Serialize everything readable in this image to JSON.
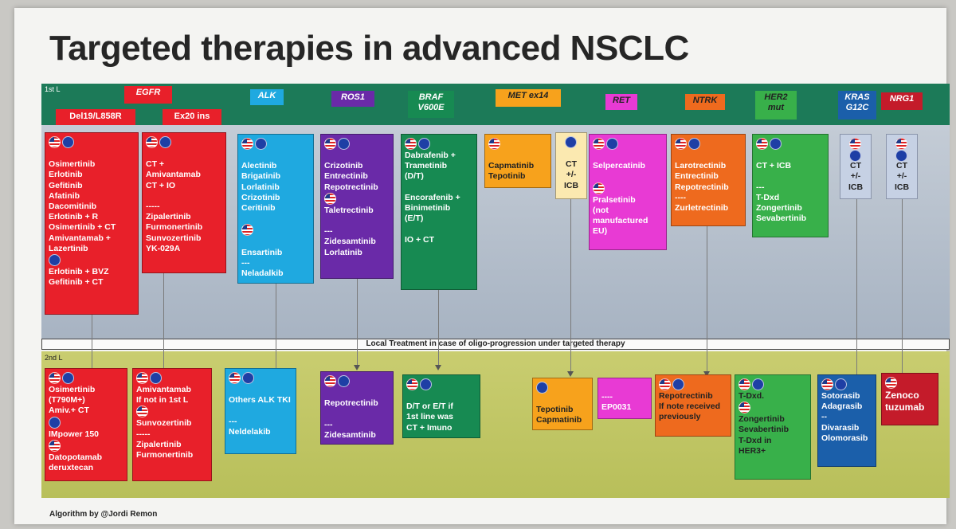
{
  "title": "Targeted therapies in advanced NSCLC",
  "first_line_label": "1st L",
  "second_line_label": "2nd L",
  "local_treatment": "Local Treatment in case of oligo-progression under targeted therapy",
  "footer": "Algorithm by @Jordi Remon",
  "headers": [
    {
      "id": "egfr",
      "text": "EGFR",
      "sub": [
        "Del19/L858R",
        "Ex20 ins"
      ]
    },
    {
      "id": "alk",
      "text": "ALK"
    },
    {
      "id": "ros1",
      "text": "ROS1"
    },
    {
      "id": "braf",
      "text": "BRAF V600E"
    },
    {
      "id": "met",
      "text": "MET ex14"
    },
    {
      "id": "ret",
      "text": "RET"
    },
    {
      "id": "ntrk",
      "text": "NTRK"
    },
    {
      "id": "her2",
      "text": "HER2 mut"
    },
    {
      "id": "kras",
      "text": "KRAS G12C"
    },
    {
      "id": "nrg1",
      "text": "NRG1"
    }
  ],
  "first_line": [
    {
      "id": "egfr-common",
      "lines": [
        "[US EU]",
        "",
        "Osimertinib",
        "Erlotinib",
        "Gefitinib",
        "Afatinib",
        "Dacomitinib",
        "Erlotinib + R",
        "Osimertinib + CT",
        "Amivantamab +",
        "Lazertinib",
        "[EU]",
        "Erlotinib + BVZ",
        "Gefitinib + CT"
      ]
    },
    {
      "id": "egfr-ex20",
      "lines": [
        "[US EU]",
        "",
        "CT +",
        "Amivantamab",
        "CT + IO",
        "",
        "-----",
        "Zipalertinib",
        "Furmonertinib",
        "Sunvozertinib",
        "YK-029A"
      ]
    },
    {
      "id": "alk",
      "lines": [
        "[US EU]",
        "",
        "Alectinib",
        "Brigatinib",
        "Lorlatinib",
        "Crizotinib",
        "Ceritinib",
        "",
        "[US]",
        "",
        "Ensartinib",
        "---",
        "Neladalkib"
      ]
    },
    {
      "id": "ros1",
      "lines": [
        "[US EU]",
        "",
        "Crizotinib",
        "Entrectinib",
        "Repotrectinib",
        "[US]",
        "Taletrectinib",
        "",
        "---",
        "Zidesamtinib",
        "Lorlatinib"
      ]
    },
    {
      "id": "braf",
      "lines": [
        "[US EU]",
        "Dabrafenib +",
        "Trametinib",
        "(D/T)",
        "",
        "Encorafenib +",
        "Binimetinib",
        "(E/T)",
        "",
        "IO + CT"
      ]
    },
    {
      "id": "met",
      "lines": [
        "[US]",
        "",
        "Capmatinib",
        "Tepotinib"
      ]
    },
    {
      "id": "met-ct",
      "lines": [
        "[EU]",
        "",
        "CT",
        "+/-",
        "ICB"
      ]
    },
    {
      "id": "ret",
      "lines": [
        "[US EU]",
        "",
        "Selpercatinib",
        "",
        "[US]",
        "Pralsetinib",
        "(not",
        "manufactured",
        "EU)"
      ]
    },
    {
      "id": "ntrk",
      "lines": [
        "[US EU]",
        "",
        "Larotrectinib",
        "Entrectinib",
        "Repotrectinib",
        "----",
        "Zurletrectinib"
      ]
    },
    {
      "id": "her2",
      "lines": [
        "[US EU]",
        "",
        "CT + ICB",
        "",
        "---",
        "T-Dxd",
        "Zongertinib",
        "Sevabertinib"
      ]
    },
    {
      "id": "kras",
      "lines": [
        "[US EU]",
        "",
        "CT",
        "+/-",
        "ICB"
      ]
    },
    {
      "id": "nrg1",
      "lines": [
        "[US EU]",
        "",
        "CT",
        "+/-",
        "ICB"
      ]
    }
  ],
  "second_line": [
    {
      "id": "egfr-common",
      "lines": [
        "[US EU]",
        "Osimertinib",
        "(T790M+)",
        "Amiv.+ CT",
        "[EU]",
        "IMpower 150",
        "[US]",
        "Datopotamab",
        "deruxtecan"
      ]
    },
    {
      "id": "egfr-ex20",
      "lines": [
        "[US EU]",
        "Amivantamab",
        "If not in 1st L",
        "[US]",
        "Sunvozertinib",
        "-----",
        "Zipalertinib",
        "Furmonertinib"
      ]
    },
    {
      "id": "alk",
      "lines": [
        "[US EU]",
        "",
        "Others ALK TKI",
        "",
        "---",
        "Neldelakib"
      ]
    },
    {
      "id": "ros1",
      "lines": [
        "[US EU]",
        "",
        "Repotrectinib",
        "",
        "---",
        "Zidesamtinib"
      ]
    },
    {
      "id": "braf",
      "lines": [
        "[US EU]",
        "",
        "D/T or E/T if",
        "1st line was",
        "CT + Imuno"
      ]
    },
    {
      "id": "met",
      "lines": [
        "[EU]",
        "",
        "Tepotinib",
        "Capmatinib"
      ]
    },
    {
      "id": "ret",
      "lines": [
        "",
        "----",
        "EP0031"
      ]
    },
    {
      "id": "ntrk",
      "lines": [
        "[US EU]",
        "Repotrectinib",
        "If note received",
        "previously"
      ]
    },
    {
      "id": "her2",
      "lines": [
        "[US EU]",
        "T-Dxd.",
        "[US]",
        "Zongertinib",
        "Sevabertinib",
        "T-Dxd in",
        "HER3+"
      ]
    },
    {
      "id": "kras",
      "lines": [
        "[US EU]",
        "Sotorasib",
        "Adagrasib",
        "--",
        "Divarasib",
        "Olomorasib"
      ]
    },
    {
      "id": "nrg1",
      "lines": [
        "[US]",
        "Zenoco",
        "tuzumab"
      ]
    }
  ]
}
